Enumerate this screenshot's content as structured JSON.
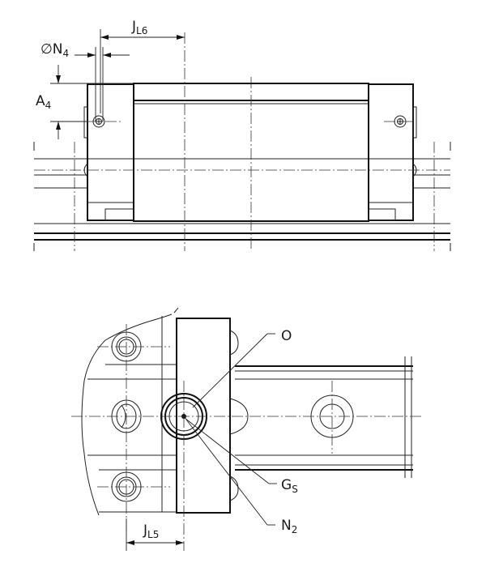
{
  "labels": {
    "jl6": {
      "main": "J",
      "sub": "L6"
    },
    "n4": {
      "main": "∅N",
      "sub": "4"
    },
    "a4": {
      "main": "A",
      "sub": "4"
    },
    "o": {
      "main": "O"
    },
    "gs": {
      "main": "G",
      "sub": "S"
    },
    "n2": {
      "main": "N",
      "sub": "2"
    },
    "jl5": {
      "main": "J",
      "sub": "L5"
    }
  },
  "colors": {
    "ink": "#111111",
    "paper": "#ffffff"
  },
  "icons": {
    "lube_nipple": "lube-nipple-icon",
    "mounting_hole": "mounting-hole-icon"
  }
}
